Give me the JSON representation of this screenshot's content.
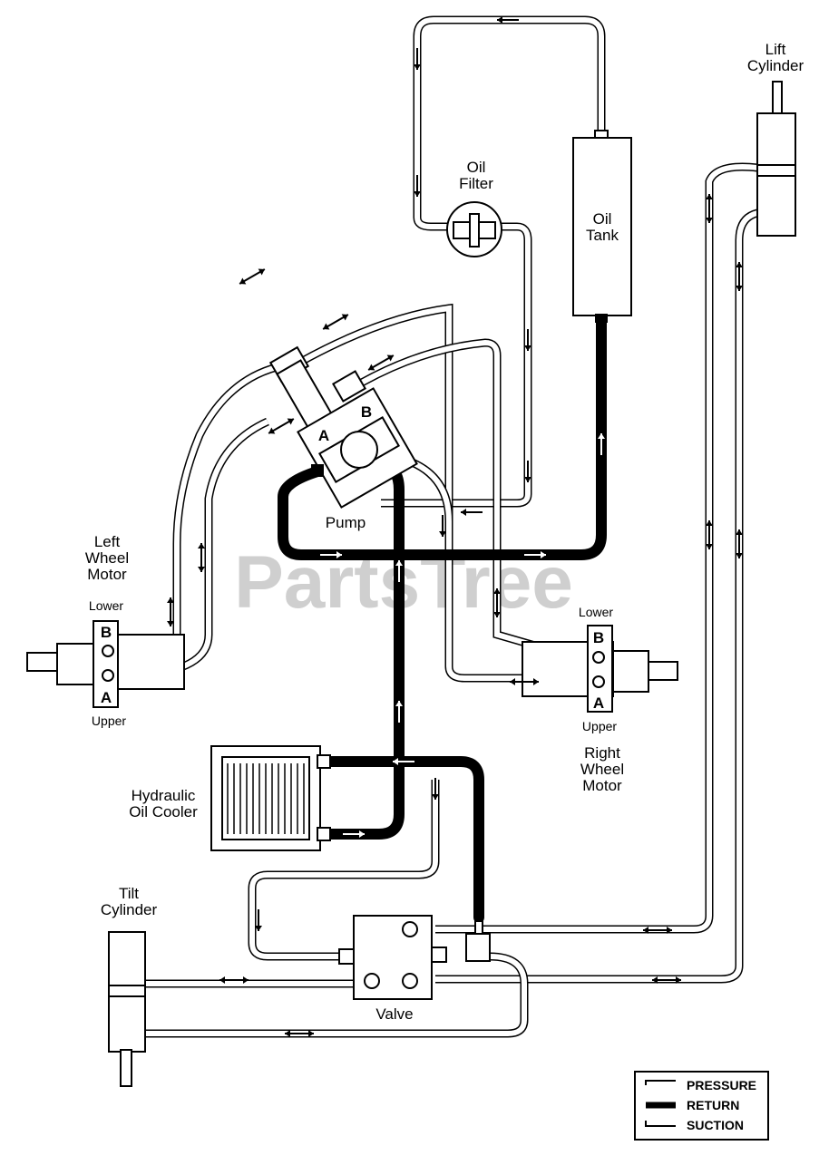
{
  "watermark": "PartsTree",
  "components": {
    "oil_filter": "Oil\nFilter",
    "oil_tank": "Oil\nTank",
    "lift_cylinder": "Lift\nCylinder",
    "pump": "Pump",
    "pump_port_a": "A",
    "pump_port_b": "B",
    "left_wheel_motor": "Left\nWheel\nMotor",
    "right_wheel_motor": "Right\nWheel\nMotor",
    "left_motor_lower": "Lower",
    "left_motor_upper": "Upper",
    "left_motor_port_b": "B",
    "left_motor_port_a": "A",
    "right_motor_lower": "Lower",
    "right_motor_upper": "Upper",
    "right_motor_port_b": "B",
    "right_motor_port_a": "A",
    "hydraulic_oil_cooler": "Hydraulic\nOil Cooler",
    "tilt_cylinder": "Tilt\nCylinder",
    "valve": "Valve"
  },
  "legend": {
    "pressure": "PRESSURE",
    "return": "RETURN",
    "suction": "SUCTION"
  },
  "colors": {
    "line": "#000000",
    "background": "#ffffff",
    "watermark": "#cfcfcf"
  }
}
